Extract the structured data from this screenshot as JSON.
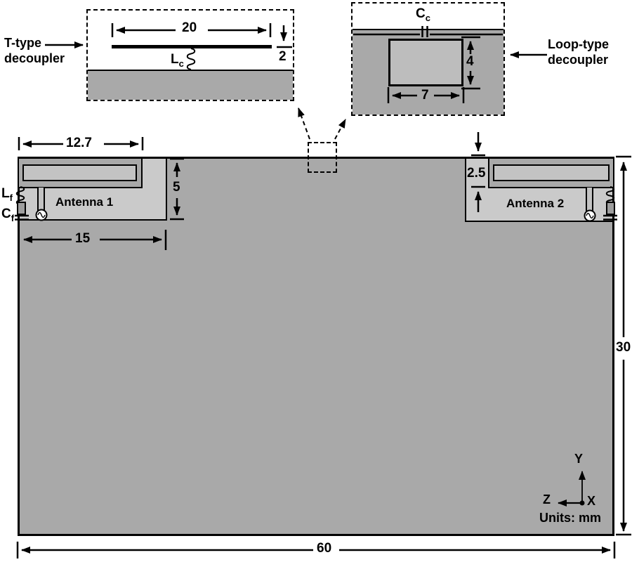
{
  "figure": {
    "insets": {
      "t_type": {
        "label_line1": "T-type",
        "label_line2": "decoupler",
        "strip_length": "20",
        "strip_offset": "2",
        "inductor_main": "L",
        "inductor_sub": "c"
      },
      "loop_type": {
        "label_line1": "Loop-type",
        "label_line2": "decoupler",
        "capacitor_main": "C",
        "capacitor_sub": "c",
        "loop_height": "4",
        "loop_width": "7"
      }
    },
    "board": {
      "antenna1_label": "Antenna 1",
      "antenna2_label": "Antenna 2",
      "dim_strip_length": "12.7",
      "dim_notch_height": "5",
      "dim_notch_width": "15",
      "dim_antenna2_offset": "2.5",
      "dim_board_width": "60",
      "dim_board_height": "30",
      "feed_inductor_main": "L",
      "feed_inductor_sub": "f",
      "feed_capacitor_main": "C",
      "feed_capacitor_sub": "f"
    },
    "axes": {
      "y": "Y",
      "z": "Z",
      "x": "X",
      "units": "Units: mm"
    },
    "colors": {
      "ground": "#a9a9a9",
      "notch": "#cacaca",
      "slot": "#c3c3c3",
      "loop_slot": "#bdbdbd",
      "line": "#000000",
      "background": "#ffffff"
    }
  }
}
